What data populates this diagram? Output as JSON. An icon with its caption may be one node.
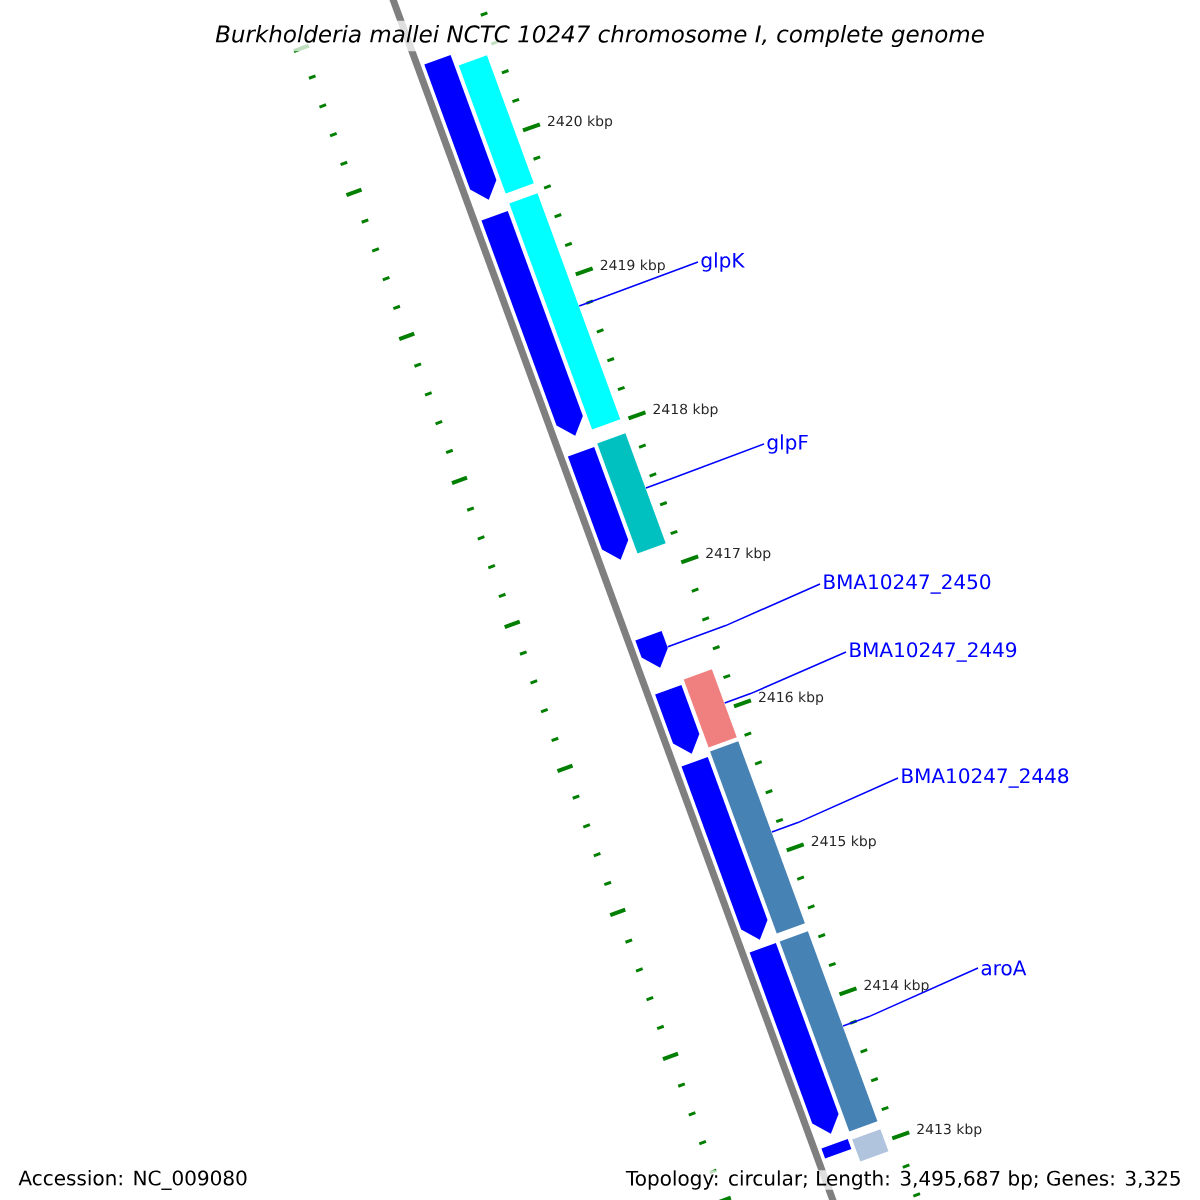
{
  "diagram": {
    "title": "Burkholderia mallei NCTC 10247 chromosome I, complete genome",
    "nodes": [
      {
        "text": [
          "glpK"
        ]
      },
      {
        "text": [
          "glpF"
        ]
      },
      {
        "text": [
          "BMA10247_2450"
        ]
      },
      {
        "text": [
          "BMA10247_2449"
        ]
      },
      {
        "text": [
          "BMA10247_2448"
        ]
      },
      {
        "text": [
          "aroA"
        ]
      },
      {
        "text": [],
        "shape": "bar"
      },
      {
        "text": [],
        "shape": "bar"
      },
      {
        "text": [],
        "shape": "bar"
      },
      {
        "text": [],
        "shape": "bar"
      },
      {
        "text": [],
        "shape": "bar"
      },
      {
        "text": [],
        "shape": "bar"
      },
      {
        "text": [],
        "shape": "bar"
      },
      {
        "text": [],
        "shape": "bar"
      },
      {
        "text": [],
        "shape": "bar"
      },
      {
        "text": [],
        "shape": "bar"
      },
      {
        "text": [],
        "shape": "bar"
      },
      {
        "text": [],
        "shape": "bar"
      },
      {
        "text": [],
        "shape": "bar"
      },
      {
        "text": [],
        "shape": "bar"
      },
      {
        "text": [],
        "shape": "bar"
      }
    ],
    "edges": [
      {
        "from": 0,
        "to": 6,
        "arrow": "none"
      },
      {
        "from": 1,
        "to": 7,
        "arrow": "none"
      },
      {
        "from": 2,
        "to": 8,
        "arrow": "none"
      },
      {
        "from": 3,
        "to": 9,
        "arrow": "none"
      },
      {
        "from": 4,
        "to": 10,
        "arrow": "none"
      },
      {
        "from": 5,
        "to": 11,
        "arrow": "none"
      }
    ],
    "labels": [
      "2420 kbp",
      "2419 kbp",
      "2418 kbp",
      "2417 kbp",
      "2416 kbp",
      "2415 kbp",
      "2414 kbp",
      "2413 kbp",
      "Accession: NC_009080",
      "Topology: circular; Length: 3,495,687 bp; Genes: 3,325"
    ]
  }
}
